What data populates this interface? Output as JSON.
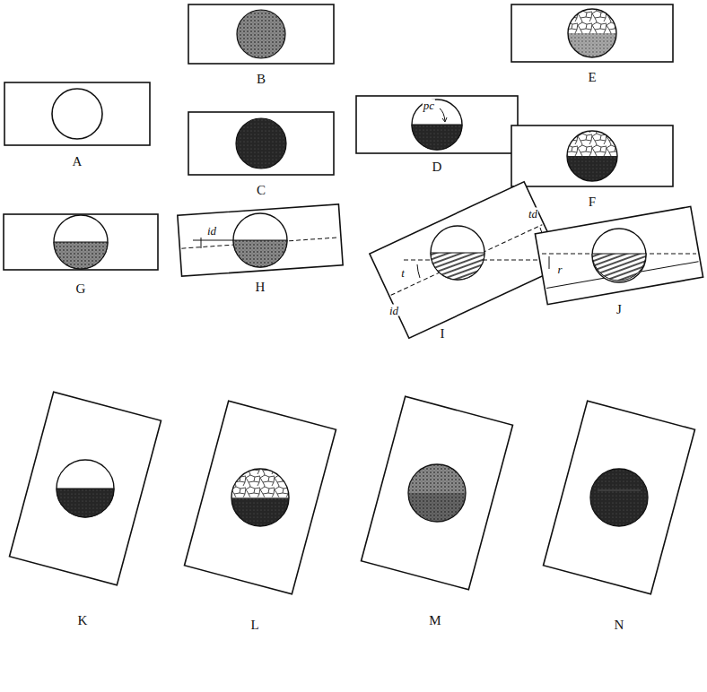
{
  "diagram": {
    "labels": [
      "B",
      "E",
      "A",
      "D",
      "pc",
      "C",
      "F",
      "G",
      "H",
      "id",
      "I",
      "t",
      "id",
      "td",
      "J",
      "r",
      "K",
      "L",
      "M",
      "N"
    ]
  }
}
